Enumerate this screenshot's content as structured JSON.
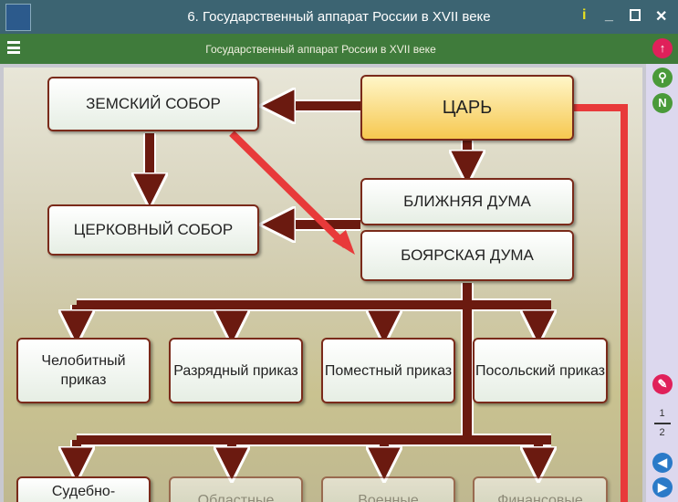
{
  "window": {
    "title": "6. Государственный аппарат России в XVII веке",
    "info_icon": "i"
  },
  "subbar": {
    "title": "Государственный аппарат России в XVII веке"
  },
  "diagram": {
    "tsar": "ЦАРЬ",
    "zemsky": "ЗЕМСКИЙ СОБОР",
    "church": "ЦЕРКОВНЫЙ СОБОР",
    "near_duma": "БЛИЖНЯЯ ДУМА",
    "boyar_duma": "БОЯРСКАЯ ДУМА",
    "prikazy": [
      "Челобитный приказ",
      "Разрядный приказ",
      "Поместный приказ",
      "Посольский приказ"
    ],
    "prikazy2": [
      "Судебно-",
      "Областные",
      "Военные",
      "Финансовые"
    ]
  },
  "sidebar": {
    "page1": "1",
    "page2": "2"
  }
}
